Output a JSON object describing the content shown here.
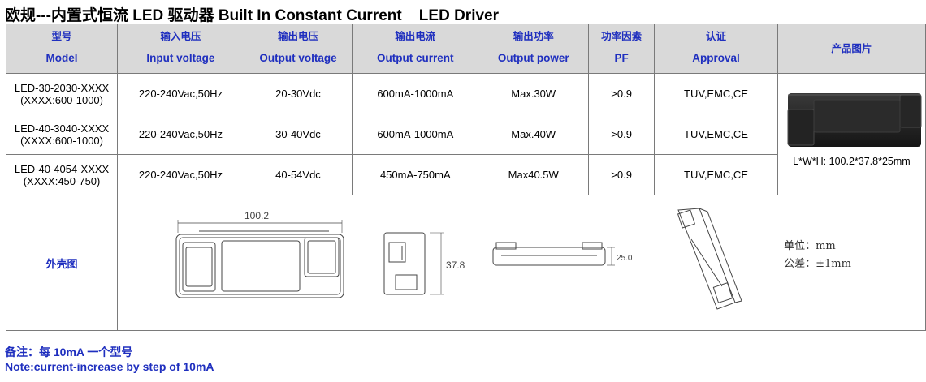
{
  "title": "欧规---内置式恒流 LED 驱动器 Built In Constant Current    LED Driver",
  "headers": [
    {
      "zh": "型号",
      "en": "Model"
    },
    {
      "zh": "输入电压",
      "en": "Input voltage"
    },
    {
      "zh": "输出电压",
      "en": "Output voltage"
    },
    {
      "zh": "输出电流",
      "en": "Output current"
    },
    {
      "zh": "输出功率",
      "en": "Output power"
    },
    {
      "zh": "功率因素",
      "en": "PF"
    },
    {
      "zh": "认证",
      "en": "Approval"
    }
  ],
  "photo_header": "产品图片",
  "rows": [
    {
      "model": "LED-30-2030-XXXX",
      "model_range": "(XXXX:600-1000)",
      "input": "220-240Vac,50Hz",
      "output_voltage": "20-30Vdc",
      "output_current": "600mA-1000mA",
      "power": "Max.30W",
      "pf": ">0.9",
      "approval": "TUV,EMC,CE"
    },
    {
      "model": "LED-40-3040-XXXX",
      "model_range": "(XXXX:600-1000)",
      "input": "220-240Vac,50Hz",
      "output_voltage": "30-40Vdc",
      "output_current": "600mA-1000mA",
      "power": "Max.40W",
      "pf": ">0.9",
      "approval": "TUV,EMC,CE"
    },
    {
      "model": "LED-40-4054-XXXX",
      "model_range": "(XXXX:450-750)",
      "input": "220-240Vac,50Hz",
      "output_voltage": "40-54Vdc",
      "output_current": "450mA-750mA",
      "power": "Max40.5W",
      "pf": ">0.9",
      "approval": "TUV,EMC,CE"
    }
  ],
  "dimensions": "L*W*H: 100.2*37.8*25mm",
  "shell_label": "外壳图",
  "drawing": {
    "length": "100.2",
    "width": "37.8",
    "height": "25.0"
  },
  "unit_label": "单位：mm",
  "tolerance_label": "公差：±1mm",
  "note_zh": "备注：每 10mA 一个型号",
  "note_en": "Note:current-increase by step of 10mA"
}
